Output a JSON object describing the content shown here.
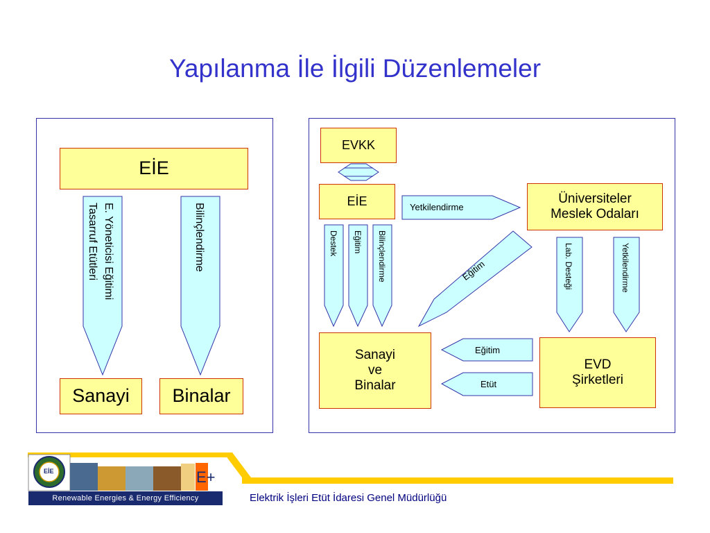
{
  "title": "Yapılanma İle İlgili Düzenlemeler",
  "left_panel": {
    "eie": "EİE",
    "arrow1_line1": "E. Yöneticisi Eğitimi",
    "arrow1_line2": "Tasarruf Etütleri",
    "arrow2": "Bilinçlendirme",
    "sanayi": "Sanayi",
    "binalar": "Binalar"
  },
  "right_panel": {
    "evkk": "EVKK",
    "eie": "EİE",
    "yetkilendirme_arrow": "Yetkilendirme",
    "universiteler_line1": "Üniversiteler",
    "universiteler_line2": "Meslek Odaları",
    "destek": "Destek",
    "egitim_v": "Eğitim",
    "bilinclendirme_v": "Bilinçlendirme",
    "egitim_diag": "Eğitim",
    "lab_destegi": "Lab. Desteği",
    "yetkilendirme_v": "Yetkilendirme",
    "sanayi_line1": "Sanayi",
    "sanayi_line2": "ve",
    "sanayi_line3": "Binalar",
    "egitim_left": "Eğitim",
    "etut_left": "Etüt",
    "evd_line1": "EVD",
    "evd_line2": "Şirketleri"
  },
  "footer": {
    "logo_text": "EİE",
    "logo_plus": "E+",
    "logo_caption": "Renewable Energies & Energy Efficiency",
    "org_name": "Elektrik İşleri Etüt İdaresi Genel Müdürlüğü"
  },
  "colors": {
    "title": "#3333cc",
    "box_fill": "#ffff99",
    "box_border": "#cc3300",
    "arrow_fill": "#ccffff",
    "arrow_border": "#3333aa",
    "footer_bar": "#ffcc00"
  }
}
